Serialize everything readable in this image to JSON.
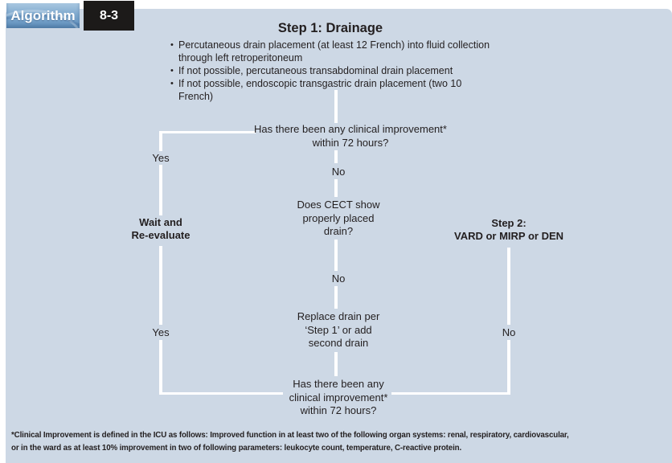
{
  "badge": {
    "label": "Algorithm",
    "number": "8-3"
  },
  "title": "Step 1: Drainage",
  "bullets": [
    "Percutaneous drain placement (at least 12 French) into fluid collection through left retroperitoneum",
    "If not possible, percutaneous transabdominal drain placement",
    "If not possible, endoscopic transgastric drain placement (two 10 French)"
  ],
  "questions": {
    "q1": [
      "Has there been any clinical improvement*",
      "within 72 hours?"
    ],
    "q2": [
      "Does CECT show",
      "properly placed",
      "drain?"
    ],
    "action": [
      "Replace drain per",
      "‘Step 1’ or add",
      "second drain"
    ],
    "q3": [
      "Has there been any",
      "clinical improvement*",
      "within 72 hours?"
    ]
  },
  "outcomes": {
    "wait": [
      "Wait and",
      "Re-evaluate"
    ],
    "step2": [
      "Step 2:",
      "VARD or  MIRP or DEN"
    ]
  },
  "labels": {
    "yes": "Yes",
    "no": "No"
  },
  "footnote": [
    "*Clinical Improvement is defined in the ICU as follows: Improved function in at least two of the following organ systems: renal, respiratory, cardiovascular,",
    "or in the ward as at least 10% improvement in two of following parameters: leukocyte count, temperature, C-reactive protein."
  ],
  "colors": {
    "panel_background": "#cdd8e5",
    "connector_line": "#ffffff",
    "text": "#231f20",
    "badge_blue": "#7fa9ce",
    "badge_black": "#1c1a19"
  }
}
